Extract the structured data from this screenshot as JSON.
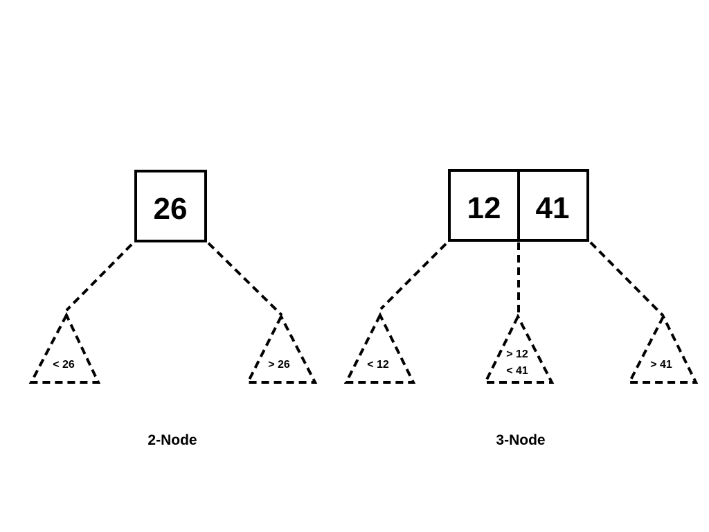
{
  "two_node": {
    "key": "26",
    "left_range": "< 26",
    "right_range": "> 26",
    "caption": "2-Node"
  },
  "three_node": {
    "left_key": "12",
    "right_key": "41",
    "left_range": "< 12",
    "middle_range_top": "> 12",
    "middle_range_bottom": "< 41",
    "right_range": "> 41",
    "caption": "3-Node"
  }
}
